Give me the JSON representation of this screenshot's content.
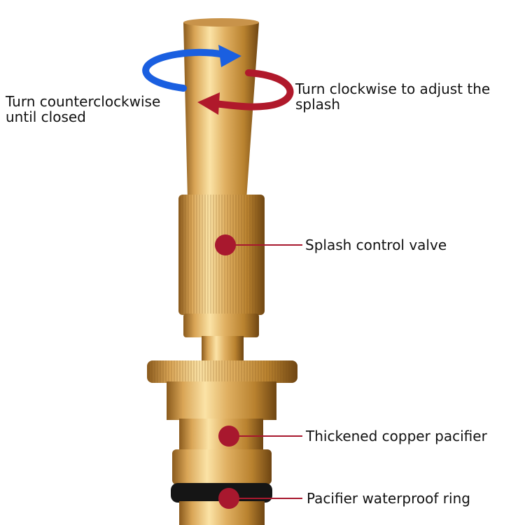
{
  "annotations": {
    "counterclockwise": {
      "line1": "Turn counterclockwise",
      "line2": "until closed"
    },
    "clockwise": {
      "line1": "Turn clockwise to adjust the",
      "line2": "splash"
    },
    "splash_valve": "Splash control valve",
    "copper_pacifier": "Thickened copper pacifier",
    "waterproof_ring": "Pacifier waterproof ring"
  },
  "colors": {
    "blue_arrow": "#1a5fe0",
    "red_arrow": "#b0192b",
    "marker": "#a8182e",
    "brass": "#d9a556"
  }
}
